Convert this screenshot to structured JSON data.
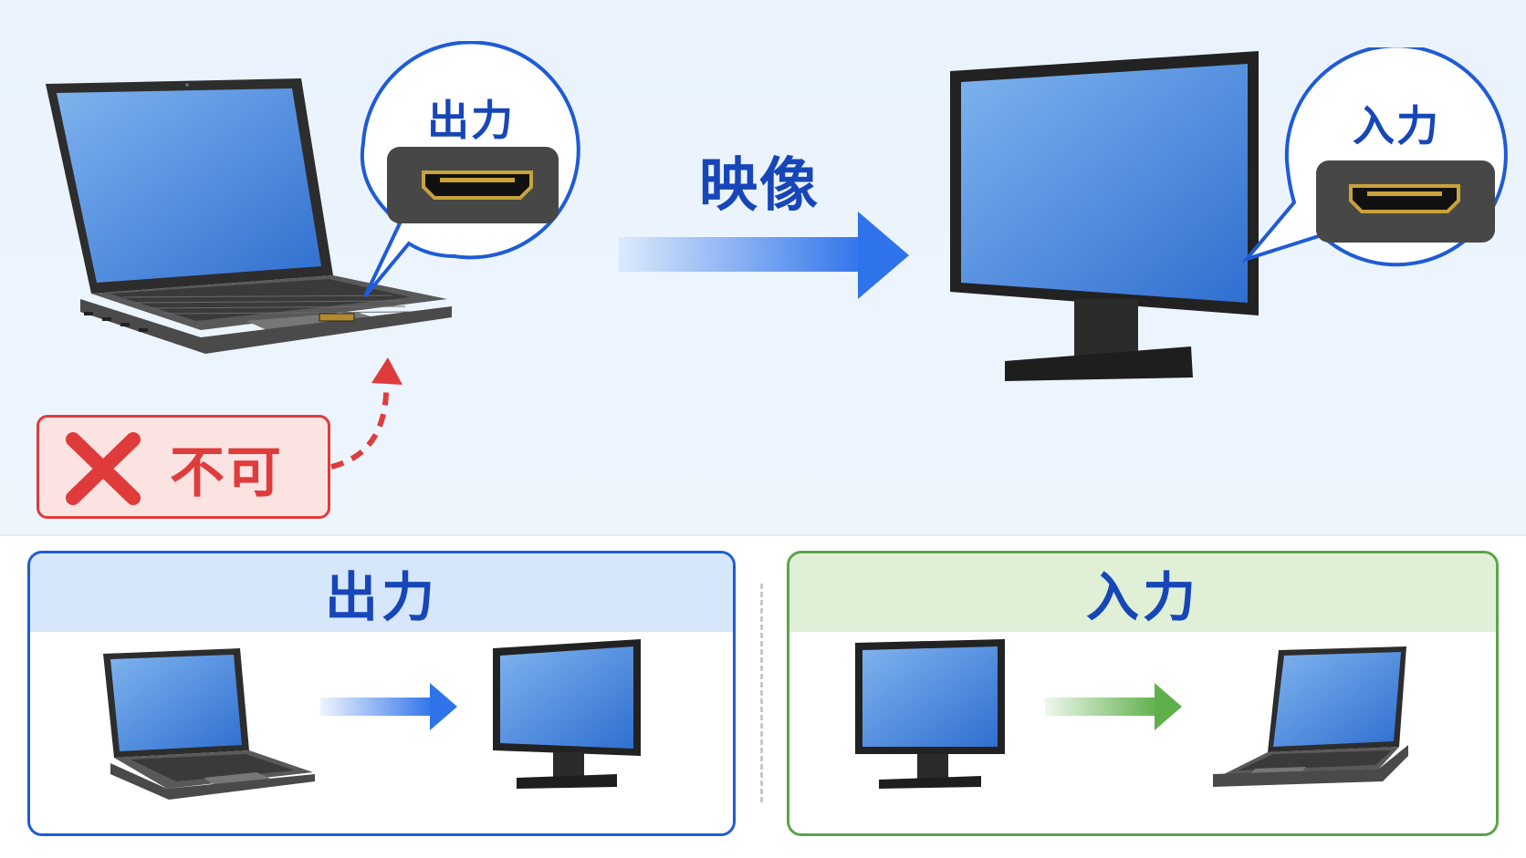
{
  "top": {
    "laptop_bubble_label": "出力",
    "monitor_bubble_label": "入力",
    "arrow_label": "映像",
    "ng_label": "不可"
  },
  "panels": {
    "output": {
      "title": "出力"
    },
    "input": {
      "title": "入力"
    }
  },
  "colors": {
    "accent_blue": "#1f5bd6",
    "label_blue": "#1746b8",
    "ng_red": "#e03b3b",
    "input_green": "#5ea24a"
  }
}
